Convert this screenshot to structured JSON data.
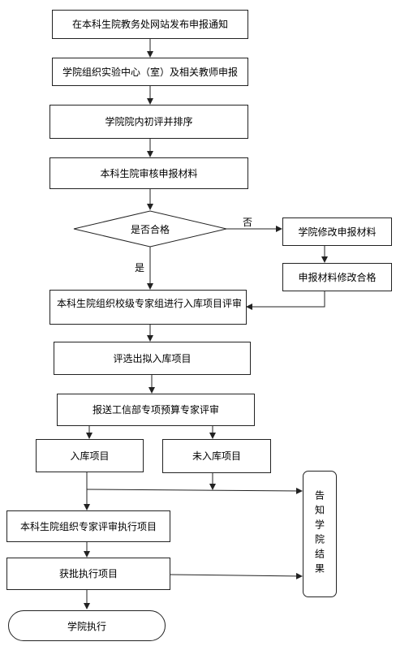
{
  "steps": {
    "s1": "在本科生院教务处网站发布申报通知",
    "s2": "学院组织实验中心（室）及相关教师申报",
    "s3": "学院院内初评并排序",
    "s4": "本科生院审核申报材料",
    "s5": "本科生院组织校级专家组进行入库项目评审",
    "s6": "评选出拟入库项目",
    "s7": "报送工信部专项预算专家评审",
    "s8": "本科生院组织专家评审执行项目",
    "s9": "获批执行项目"
  },
  "decision": {
    "question": "是否合格",
    "yes": "是",
    "no": "否"
  },
  "revise": {
    "r1": "学院修改申报材料",
    "r2": "申报材料修改合格"
  },
  "results": {
    "in": "入库项目",
    "out": "未入库项目"
  },
  "notify": "告知学院结果",
  "end": "学院执行"
}
